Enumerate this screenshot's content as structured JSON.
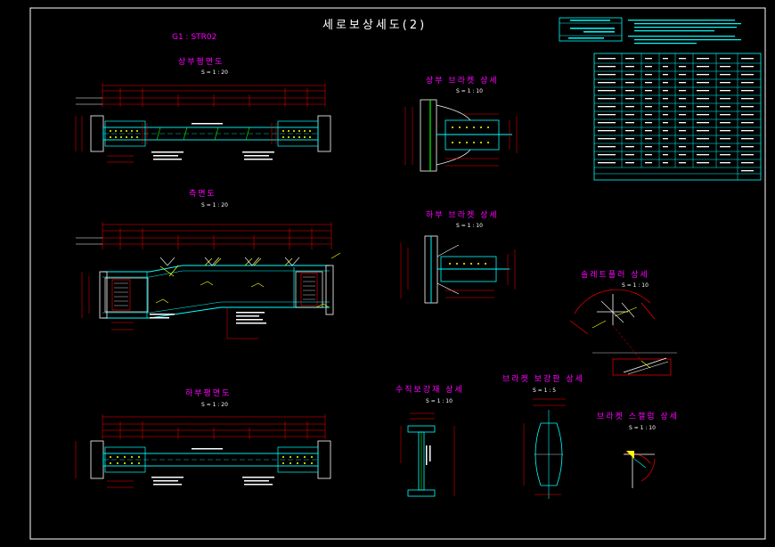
{
  "drawing": {
    "title": "세로보상세도(2)",
    "girder_id": "G1 : STR02",
    "views": [
      {
        "title": "상부평면도",
        "scale": "S = 1 : 20"
      },
      {
        "title": "측면도",
        "scale": "S = 1 : 20"
      },
      {
        "title": "하부평면도",
        "scale": "S = 1 : 20"
      },
      {
        "title": "상부 브라켓 상세",
        "scale": "S = 1 : 10"
      },
      {
        "title": "하부 브라켓 상세",
        "scale": "S = 1 : 10"
      },
      {
        "title": "솔레트플러 상세",
        "scale": "S = 1 : 10"
      },
      {
        "title": "수직보강재 상세",
        "scale": "S = 1 : 10"
      },
      {
        "title": "브라켓 보강판 상세",
        "scale": "S = 1 : 5"
      },
      {
        "title": "브라켓 스캘럽 상세",
        "scale": "S = 1 : 10"
      }
    ],
    "colors": {
      "background": "#000000",
      "border": "#ffffff",
      "outline": "#00ffff",
      "dimension": "#ff0000",
      "text": "#ffffff",
      "title": "#ff00ff",
      "hatch": "#ffff00",
      "member": "#00ff00"
    },
    "table": {
      "rows": 15,
      "cols": 8
    }
  }
}
